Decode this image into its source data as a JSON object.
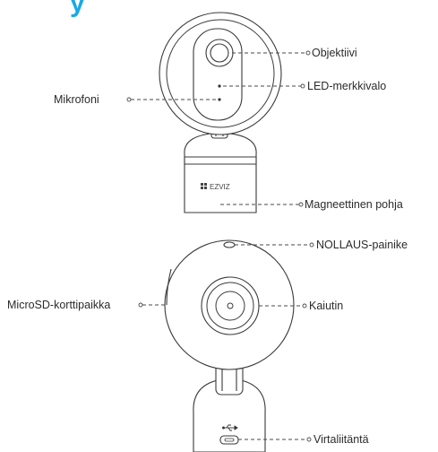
{
  "header_fragment": "y",
  "brand": {
    "logo_text": "EZVIZ",
    "accent_color": "#1aa9e6"
  },
  "labels": {
    "lens": "Objektiivi",
    "led": "LED-merkkivalo",
    "microphone": "Mikrofoni",
    "magnetic_base": "Magneettinen pohja",
    "reset_button": "NOLLAUS-painike",
    "microsd_slot": "MicroSD-korttipaikka",
    "speaker": "Kaiutin",
    "power_port": "Virtaliitäntä"
  },
  "icons": {
    "usb": "usb-icon"
  }
}
